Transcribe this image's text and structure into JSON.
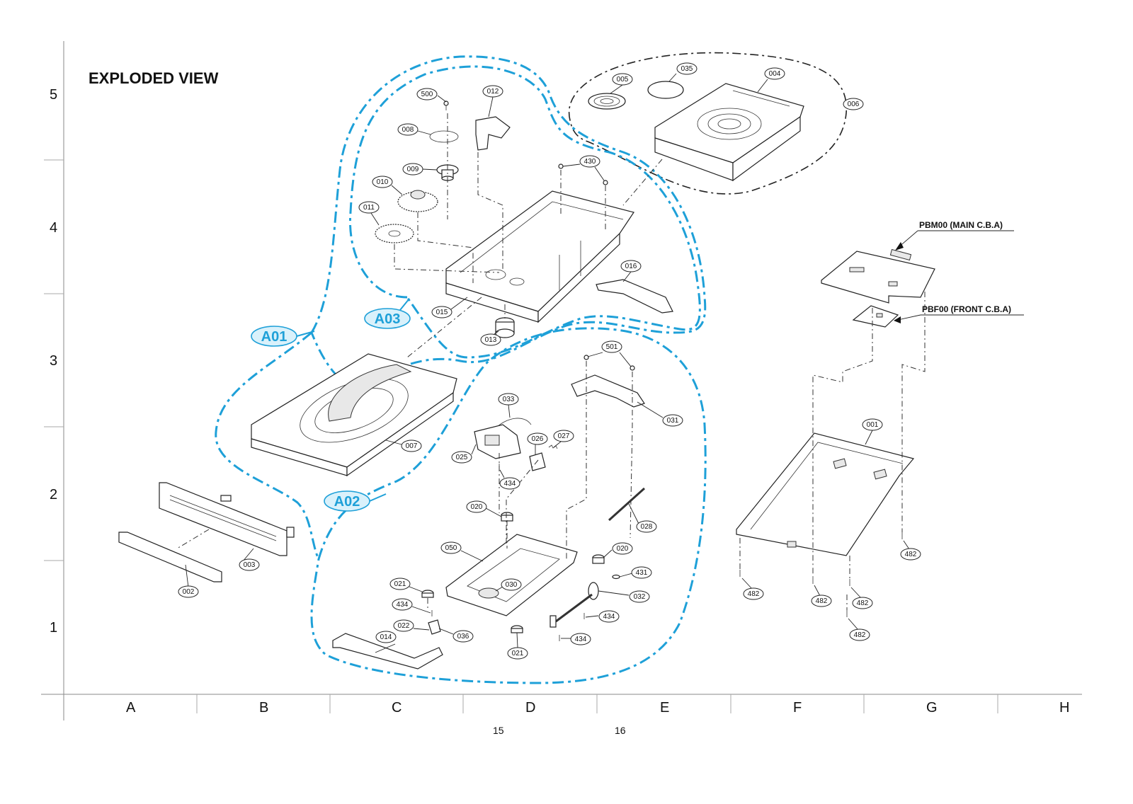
{
  "title": "EXPLODED VIEW",
  "row_labels": [
    "5",
    "4",
    "3",
    "2",
    "1"
  ],
  "column_labels": [
    "A",
    "B",
    "C",
    "D",
    "E",
    "F",
    "G",
    "H"
  ],
  "page_numbers": [
    "15",
    "16"
  ],
  "assemblies": {
    "a01": "A01",
    "a02": "A02",
    "a03": "A03"
  },
  "boards": {
    "main": "PBM00 (MAIN C.B.A)",
    "front": "PBF00 (FRONT C.B.A)"
  },
  "parts": {
    "p500": "500",
    "p012": "012",
    "p008": "008",
    "p009": "009",
    "p010": "010",
    "p011": "011",
    "p430": "430",
    "p015": "015",
    "p016": "016",
    "p013": "013",
    "p005": "005",
    "p035": "035",
    "p004": "004",
    "p006": "006",
    "p501": "501",
    "p031": "031",
    "p033": "033",
    "p007": "007",
    "p026": "026",
    "p027": "027",
    "p025": "025",
    "p434a": "434",
    "p003": "003",
    "p002": "002",
    "p020a": "020",
    "p028": "028",
    "p050": "050",
    "p020b": "020",
    "p431": "431",
    "p021a": "021",
    "p030": "030",
    "p032": "032",
    "p434b": "434",
    "p434c": "434",
    "p434d": "434",
    "p022": "022",
    "p036": "036",
    "p014": "014",
    "p021b": "021",
    "p001": "001",
    "p482a": "482",
    "p482b": "482",
    "p482c": "482",
    "p482d": "482",
    "p482e": "482"
  },
  "colors": {
    "assembly_outline": "#1ea0d8",
    "line": "#222222"
  }
}
